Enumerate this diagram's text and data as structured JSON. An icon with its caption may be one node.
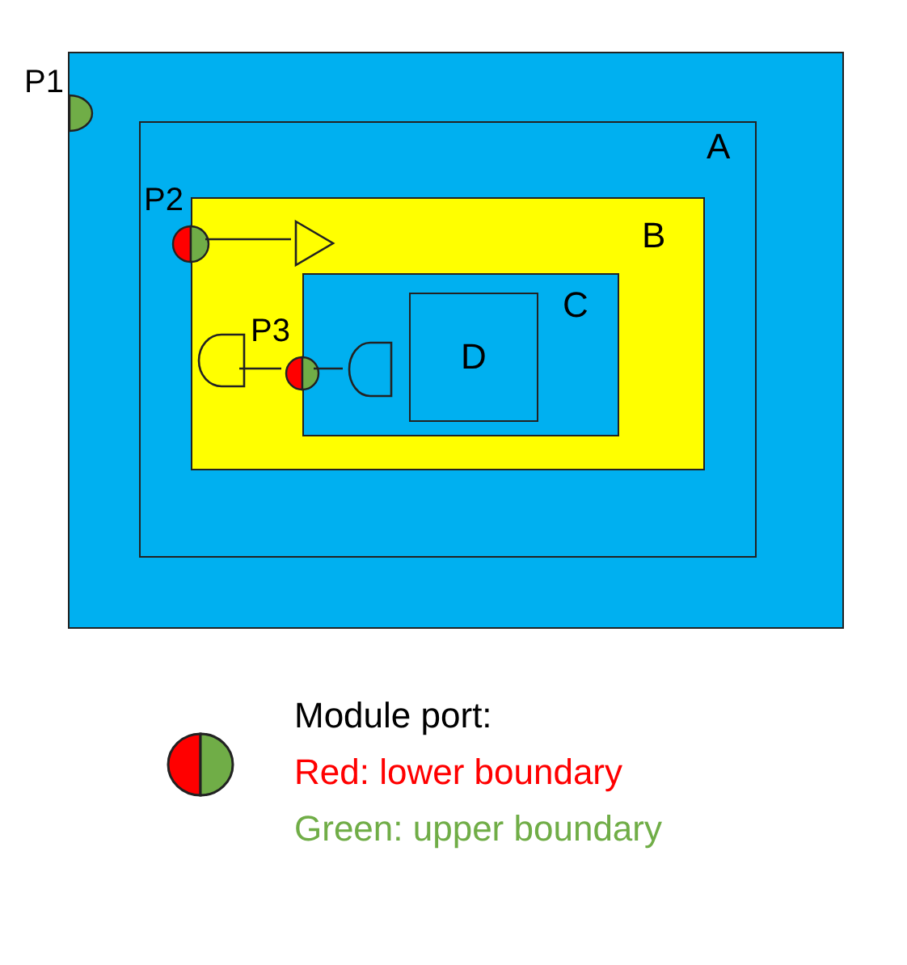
{
  "diagram": {
    "nodes": [
      {
        "text": [],
        "shape": "box"
      },
      {
        "text": [
          "A"
        ],
        "in": 0
      },
      {
        "text": [
          "B"
        ],
        "in": 1
      },
      {
        "text": [
          "C"
        ],
        "in": 2
      },
      {
        "text": [
          "D"
        ],
        "in": 3
      },
      {
        "text": [],
        "shape": "semicircle",
        "beside": [
          "P1"
        ],
        "in": 0
      },
      {
        "text": [],
        "shape": "circle",
        "beside": [
          "P2"
        ],
        "in": 1
      },
      {
        "text": [],
        "shape": "triangle",
        "in": 2
      },
      {
        "text": [],
        "shape": "circle",
        "beside": [
          "P3"
        ],
        "in": 2
      },
      {
        "text": [],
        "shape": "gate",
        "in": 2
      },
      {
        "text": [],
        "shape": "gate",
        "in": 3
      }
    ],
    "edges": [
      {
        "from": 6,
        "to": 7,
        "arrow": "none"
      },
      {
        "from": 9,
        "to": 8,
        "arrow": "none"
      },
      {
        "from": 8,
        "to": 10,
        "arrow": "none"
      }
    ],
    "labels": [
      "Module port:"
    ],
    "legend": [
      {
        "text": "Red: lower boundary"
      },
      {
        "text": "Green: upper boundary"
      }
    ]
  }
}
